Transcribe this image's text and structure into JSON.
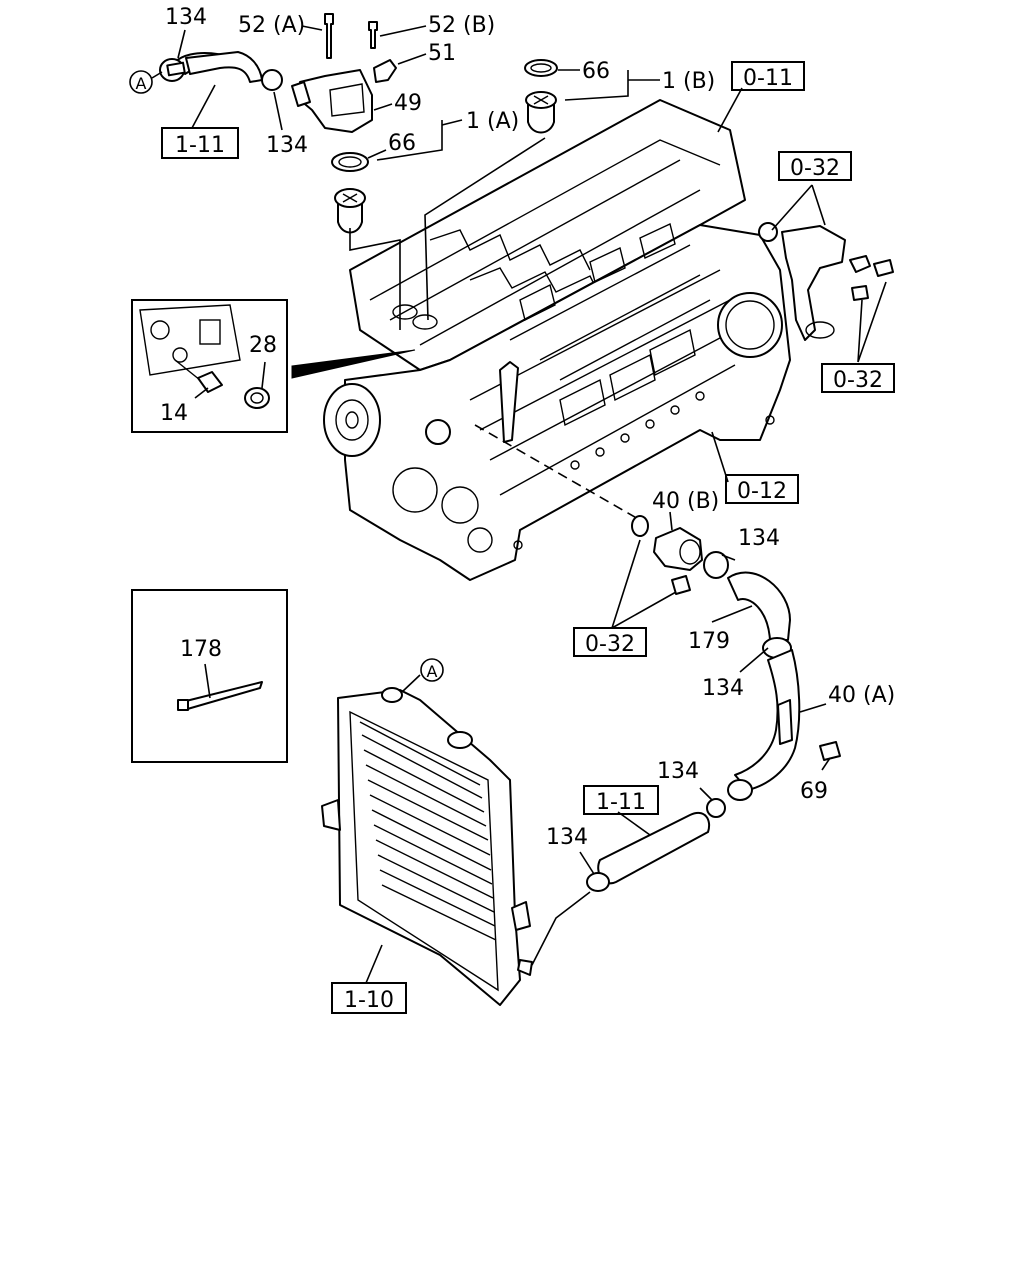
{
  "callout_marker": "A",
  "labels": {
    "l134_top": "134",
    "l52a": "52 (A)",
    "l52b": "52 (B)",
    "l51": "51",
    "l134_mid": "134",
    "l49": "49",
    "l66_top": "66",
    "l1b": "1 (B)",
    "l1a": "1 (A)",
    "l66_mid": "66",
    "l28": "28",
    "l14": "14",
    "l40b": "40 (B)",
    "l134_r": "134",
    "l179": "179",
    "l134_r2": "134",
    "l40a": "40 (A)",
    "l69": "69",
    "l178": "178",
    "l134_hose": "134",
    "l134_low": "134"
  },
  "ref_boxes": {
    "r_1_11_top": "1-11",
    "r_0_11": "0-11",
    "r_0_32_top": "0-32",
    "r_0_32_right": "0-32",
    "r_0_12": "0-12",
    "r_0_32_low": "0-32",
    "r_1_11_low": "1-11",
    "r_1_10": "1-10"
  }
}
